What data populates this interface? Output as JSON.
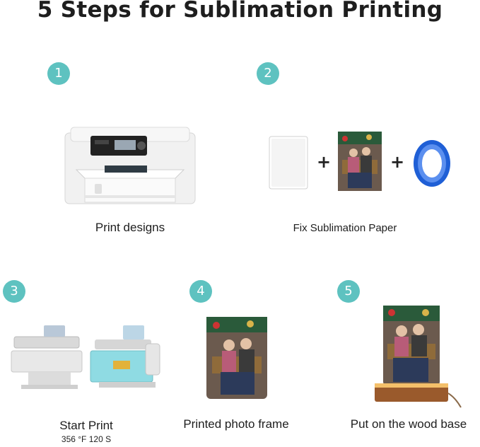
{
  "title": "5 Steps for Sublimation Printing",
  "colors": {
    "badge": "#5ec2c0",
    "tape": "#1f5fd6",
    "press_teal": "#8fdbe3",
    "wood": "#9a5a2c"
  },
  "steps": [
    {
      "number": "1",
      "label": "Print designs",
      "image": "printer-image"
    },
    {
      "number": "2",
      "label": "Fix Sublimation Paper",
      "plus": "+",
      "images": [
        "sublimation-paper-image",
        "photo-image",
        "heat-tape-icon"
      ]
    },
    {
      "number": "3",
      "label": "Start Print",
      "detail": "356 °F 120 S",
      "image": "heat-press-image"
    },
    {
      "number": "4",
      "label": "Printed photo frame",
      "image": "photo-frame-image"
    },
    {
      "number": "5",
      "label": "Put on the wood base",
      "image": "wood-base-frame-image"
    }
  ]
}
